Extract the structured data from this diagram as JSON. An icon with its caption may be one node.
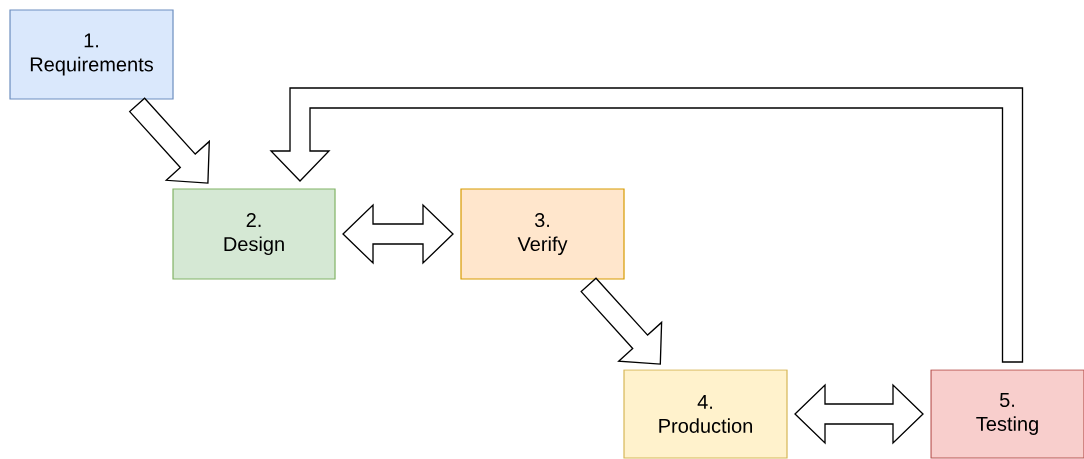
{
  "diagram": {
    "nodes": [
      {
        "text": [
          "1. Requirements"
        ]
      },
      {
        "text": [
          "2. Design"
        ]
      },
      {
        "text": [
          "3. Verify"
        ]
      },
      {
        "text": [
          "4. Production"
        ]
      },
      {
        "text": [
          "5. Testing"
        ]
      }
    ],
    "edges": [
      {
        "from": 0,
        "to": 1,
        "arrow": "to"
      },
      {
        "from": 1,
        "to": 2,
        "arrow": "both"
      },
      {
        "from": 2,
        "to": 3,
        "arrow": "to"
      },
      {
        "from": 3,
        "to": 4,
        "arrow": "both"
      },
      {
        "from": 4,
        "to": 1,
        "arrow": "to"
      }
    ]
  }
}
